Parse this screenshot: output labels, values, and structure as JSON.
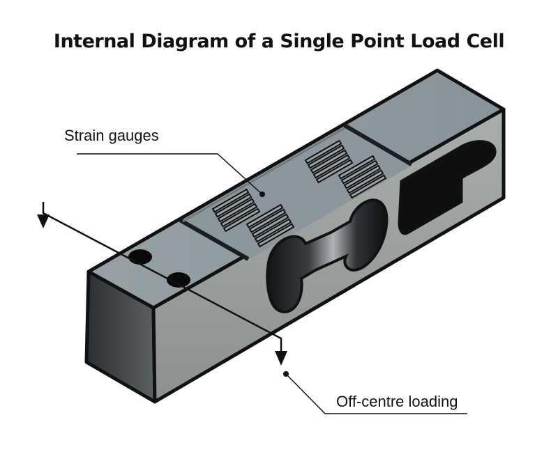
{
  "title": "Internal Diagram of a Single Point Load Cell",
  "labels": {
    "strain_gauges": "Strain gauges",
    "off_centre_loading": "Off-centre loading"
  },
  "colors": {
    "metal_top": "#8e989b",
    "metal_side": "#9ea3a1",
    "metal_end": "#4a4e51",
    "outline": "#111111",
    "gauge_pad": "#7f8b90"
  }
}
